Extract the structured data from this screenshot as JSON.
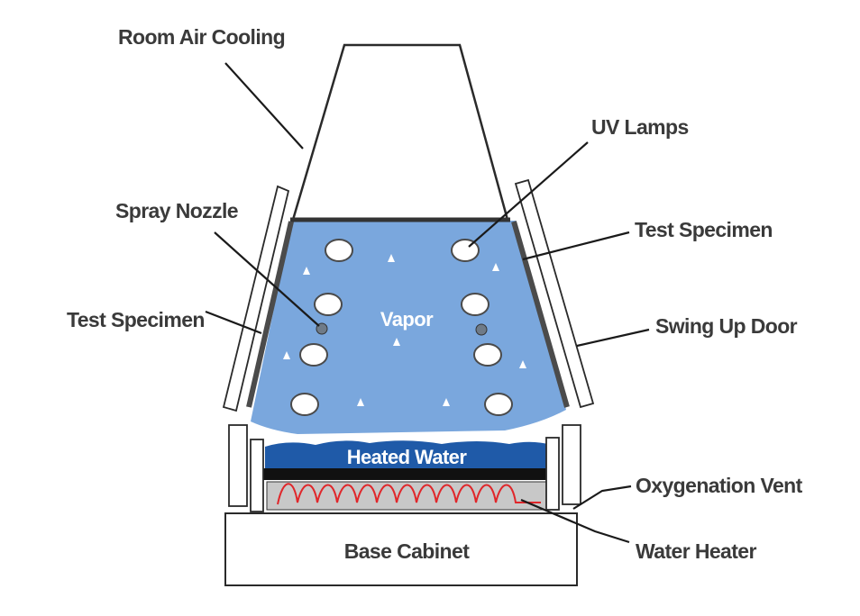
{
  "diagram": {
    "title": "QUV accelerated weathering tester cross-section",
    "labels": {
      "room_air_cooling": "Room Air Cooling",
      "uv_lamps": "UV Lamps",
      "spray_nozzle": "Spray Nozzle",
      "test_specimen_right": "Test Specimen",
      "test_specimen_left": "Test Specimen",
      "swing_up_door": "Swing Up Door",
      "vapor": "Vapor",
      "heated_water": "Heated Water",
      "oxygenation_vent": "Oxygenation Vent",
      "water_heater": "Water Heater",
      "base_cabinet": "Base Cabinet"
    },
    "colors": {
      "vapor": "#7aa7dd",
      "heated_water": "#1f5aa8",
      "heater_tray": "#c8c8c8",
      "heater_coil": "#e0262a",
      "outline": "#2a2a2a",
      "label_text": "#3a3a3a"
    }
  }
}
